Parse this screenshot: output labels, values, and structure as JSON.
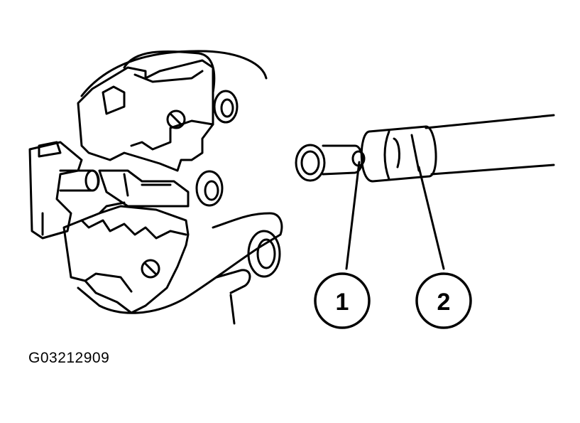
{
  "figure": {
    "id_label": "G03212909"
  },
  "callouts": [
    {
      "number": "1"
    },
    {
      "number": "2"
    }
  ],
  "colors": {
    "line": "#000000",
    "background": "#ffffff"
  }
}
